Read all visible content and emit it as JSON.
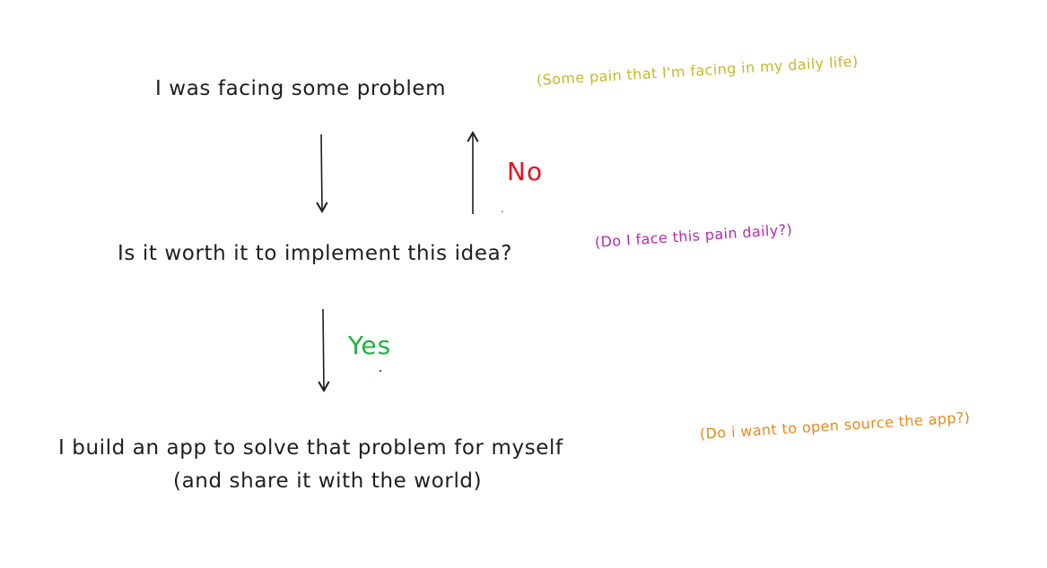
{
  "nodes": {
    "problem": "I was facing some problem",
    "worth_it": "Is it worth it to implement this idea?",
    "build_line1": "I build an app to solve that problem for myself",
    "build_line2": "(and share it with the world)"
  },
  "notes": {
    "pain": "(Some pain that I'm facing in my daily life)",
    "daily": "(Do I face this pain daily?)",
    "open_source": "(Do i want to open source the app?)"
  },
  "edge_labels": {
    "no": "No",
    "yes": "Yes"
  },
  "colors": {
    "text": "#1e1e1e",
    "note_pain": "#c2b92a",
    "note_daily": "#b52bb0",
    "note_open_source": "#e8891a",
    "no": "#e8131b",
    "yes": "#1db33f"
  }
}
